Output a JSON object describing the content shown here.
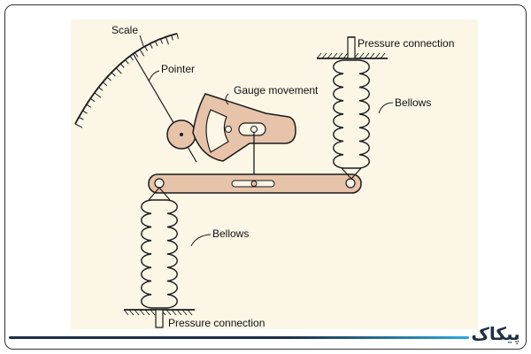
{
  "labels": {
    "scale": "Scale",
    "pointer": "Pointer",
    "gauge_movement": "Gauge movement",
    "pressure_connection_top": "Pressure connection",
    "bellows_right": "Bellows",
    "bellows_left": "Bellows",
    "pressure_connection_bottom": "Pressure connection"
  },
  "brand": {
    "logo_text": "پیکاک"
  },
  "colors": {
    "panel": "#fbf6e6",
    "linkage": "#e7c3aa",
    "outline": "#1a1a1a",
    "footer_dark": "#1c2f45",
    "footer_accent": "#2aa9d9"
  }
}
